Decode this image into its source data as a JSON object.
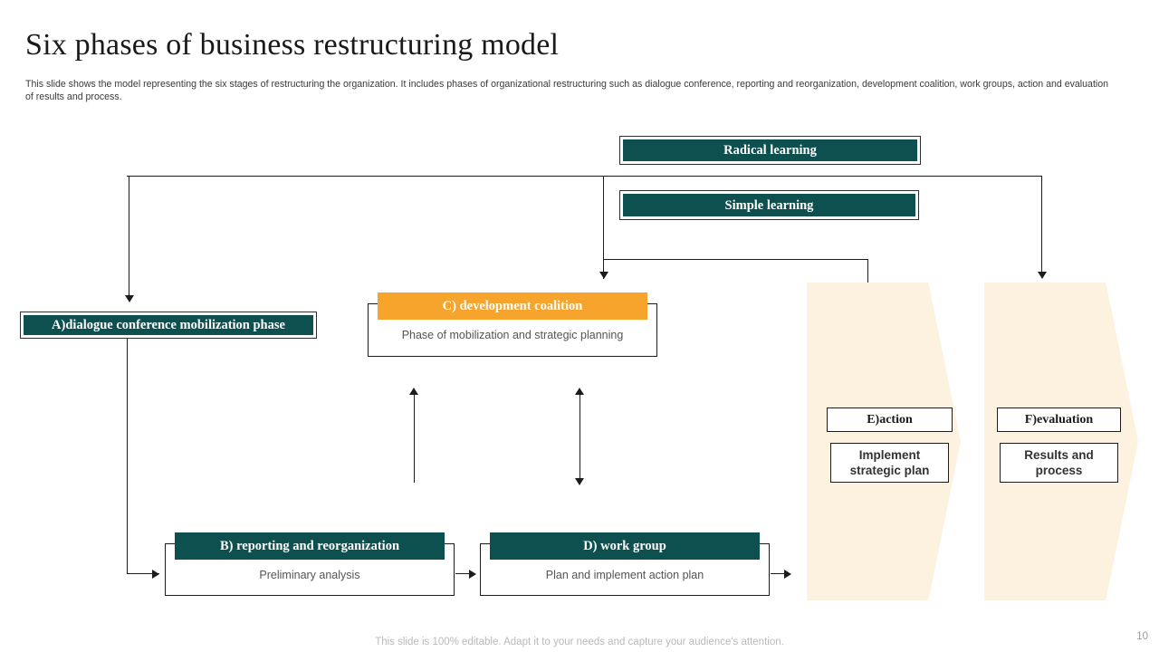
{
  "slide": {
    "title": "Six phases of business restructuring model",
    "subtitle": "This slide shows the model representing the six stages of restructuring the organization. It includes phases of organizational restructuring such as dialogue conference, reporting and reorganization, development coalition, work groups, action and evaluation of results and process.",
    "footer_note": "This slide is 100% editable. Adapt it to your needs and capture your audience's attention.",
    "page_number": "10"
  },
  "colors": {
    "teal": "#0e5050",
    "orange": "#f6a42b",
    "cream": "#fdf1e0",
    "line": "#1c1c1c",
    "caption_text": "#555555"
  },
  "diagram": {
    "type": "process-flow",
    "learning_boxes": [
      {
        "id": "radical-learning",
        "label": "Radical learning"
      },
      {
        "id": "simple-learning",
        "label": "Simple learning"
      }
    ],
    "phases": [
      {
        "id": "phase-a",
        "label": "A)dialogue conference mobilization  phase",
        "caption": "",
        "style": "teal-banner"
      },
      {
        "id": "phase-b",
        "label": "B) reporting  and reorganization",
        "caption": "Preliminary analysis",
        "style": "teal-card"
      },
      {
        "id": "phase-c",
        "label": "C) development coalition",
        "caption": "Phase of mobilization and strategic planning",
        "style": "orange-card"
      },
      {
        "id": "phase-d",
        "label": "D) work group",
        "caption": "Plan and implement action plan",
        "style": "teal-card"
      },
      {
        "id": "phase-e",
        "label": "E)action",
        "caption": "Implement\nstrategic plan",
        "style": "chevron"
      },
      {
        "id": "phase-f",
        "label": "F)evaluation",
        "caption": "Results and\nprocess",
        "style": "chevron"
      }
    ],
    "phase_e_title": "E)action",
    "phase_e_detail_line1": "Implement",
    "phase_e_detail_line2": "strategic plan",
    "phase_f_title": "F)evaluation",
    "phase_f_detail_line1": "Results and",
    "phase_f_detail_line2": "process"
  }
}
